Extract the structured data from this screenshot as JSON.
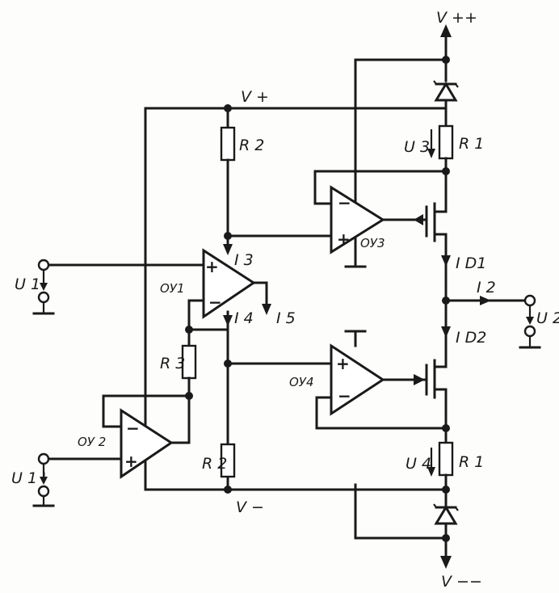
{
  "supplies": {
    "vpp": "V ++",
    "vp": "V +",
    "vm": "V −",
    "vmm": "V −−"
  },
  "resistors": {
    "r2_top": "R 2",
    "r2_bottom": "R 2",
    "r3": "R 3",
    "r1_top": "R 1",
    "r1_bottom": "R 1"
  },
  "opamps": {
    "oy1": "ОУ1",
    "oy2": "ОУ 2",
    "oy3": "ОУ3",
    "oy4": "ОУ4"
  },
  "currents": {
    "i3": "I 3",
    "i4": "I 4",
    "i5": "I 5",
    "i2": "I 2",
    "id1": "I D1",
    "id2": "I D2"
  },
  "voltages": {
    "u1": "U 1",
    "u1p": "U 1 '",
    "u2": "U 2",
    "u3": "U 3",
    "u4": "U 4"
  },
  "signs": {
    "plus": "+",
    "minus": "−"
  }
}
